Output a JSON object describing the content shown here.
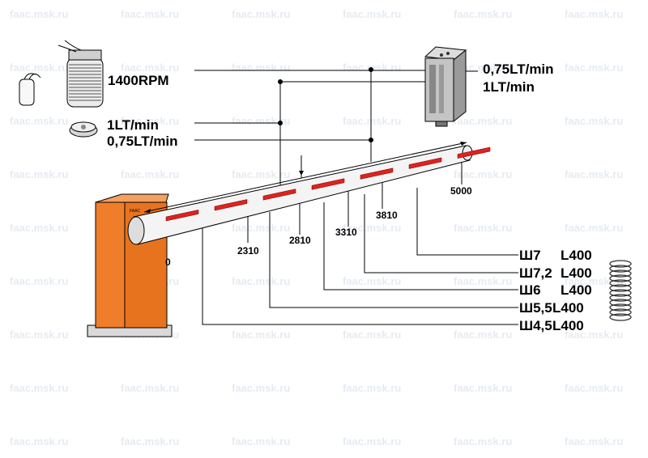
{
  "watermark": "faac.msk.ru",
  "motor_label": "1400RPM",
  "pump_labels": [
    "1LT/min",
    "0,75LT/min"
  ],
  "unit_labels": [
    "0,75LT/min",
    "1LT/min"
  ],
  "boom_positions": [
    "0",
    "2310",
    "2810",
    "3310",
    "3810",
    "5000"
  ],
  "springs": [
    {
      "code": "Ш7",
      "length": "L400"
    },
    {
      "code": "Ш7,2",
      "length": "L400"
    },
    {
      "code": "Ш6",
      "length": "L400"
    },
    {
      "code": "Ш5,5",
      "length": "L400"
    },
    {
      "code": "Ш4,5",
      "length": "L400"
    }
  ],
  "colors": {
    "cabinet": "#f07d2a",
    "stripe": "#e0221e",
    "watermark": "#e6ebf2"
  }
}
